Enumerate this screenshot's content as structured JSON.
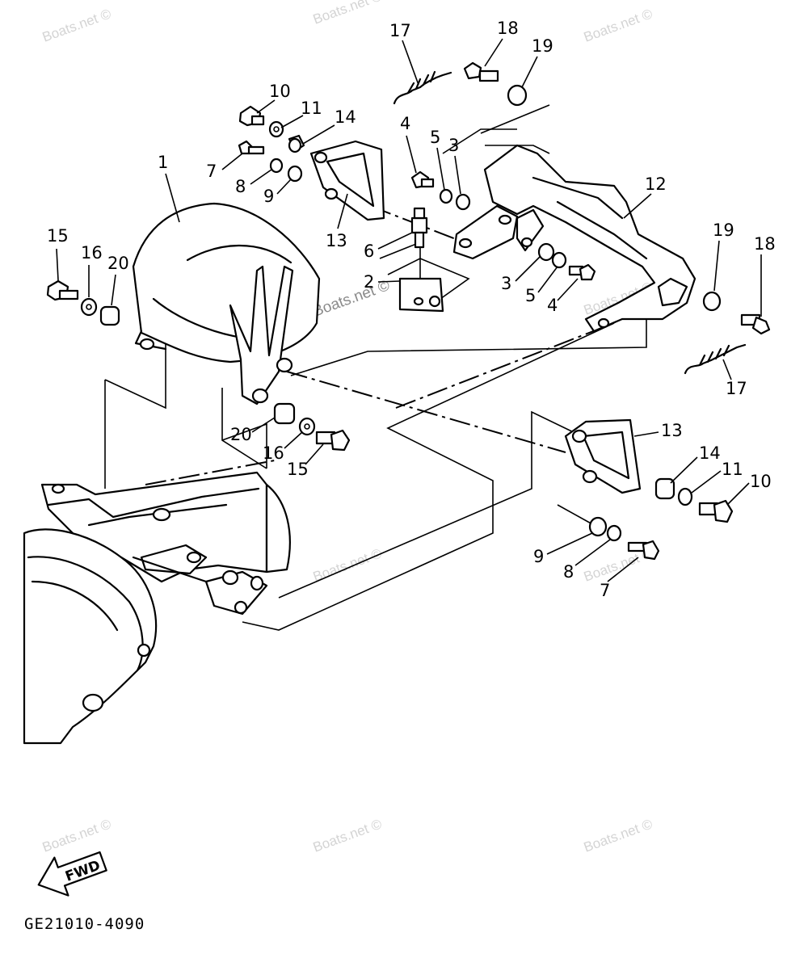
{
  "diagram": {
    "code": "GE21010-4090",
    "direction_label": "FWD",
    "watermark": "Boats.net ©",
    "callouts": [
      "1",
      "2",
      "3",
      "3",
      "4",
      "4",
      "5",
      "5",
      "6",
      "7",
      "7",
      "8",
      "8",
      "9",
      "9",
      "10",
      "10",
      "11",
      "11",
      "12",
      "13",
      "13",
      "14",
      "14",
      "15",
      "15",
      "16",
      "16",
      "17",
      "17",
      "18",
      "18",
      "19",
      "19",
      "20",
      "20"
    ]
  }
}
